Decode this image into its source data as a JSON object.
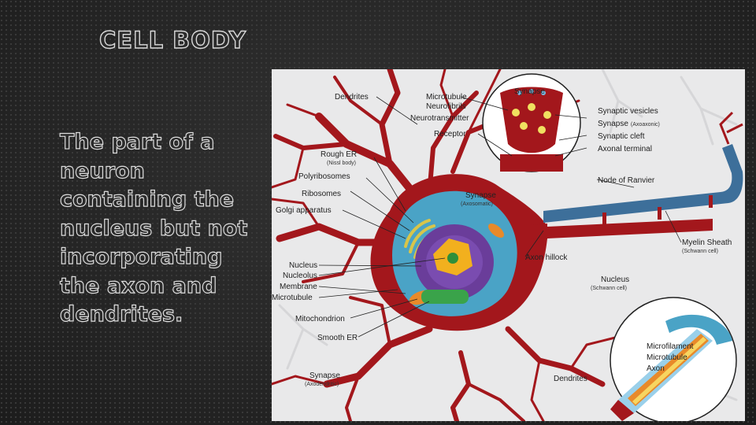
{
  "slide": {
    "title": "CELL BODY",
    "body_lines": [
      "The part of a",
      "neuron",
      "containing the",
      "nucleus but not",
      "incorporating",
      "the axon and",
      "dendrites."
    ]
  },
  "diagram": {
    "labels": {
      "dendrites_top": "Dendrites",
      "microtubule_top": "Microtubule",
      "neurofibrils": "Neurofibrils",
      "neurotransmitter": "Neurotransmitter",
      "receptor": "Receptor",
      "synapse_top": "Synapse",
      "synaptic_vesicles": "Synaptic vesicles",
      "synapse_axoaxonic": "Synapse",
      "synapse_axoaxonic_sub": "(Axoaxonic)",
      "synaptic_cleft": "Synaptic cleft",
      "axonal_terminal": "Axonal terminal",
      "rough_er": "Rough ER",
      "rough_er_sub": "(Nissl body)",
      "polyribosomes": "Polyribosomes",
      "ribosomes": "Ribosomes",
      "golgi": "Golgi apparatus",
      "synapse_axosomatic": "Synapse",
      "synapse_axosomatic_sub": "(Axosomatic)",
      "node_of_ranvier": "Node of Ranvier",
      "myelin_sheath": "Myelin Sheath",
      "myelin_sheath_sub": "(Schwann cell)",
      "axon_hillock": "Axon hillock",
      "nucleus": "Nucleus",
      "nucleolus": "Nucleolus",
      "membrane": "Membrane",
      "microtubule": "Microtubule",
      "mitochondrion": "Mitochondrion",
      "smooth_er": "Smooth ER",
      "synapse_axodendritic": "Synapse",
      "synapse_axodendritic_sub": "(Axodendritic)",
      "dendrites_bottom": "Dendrites",
      "nucleus_schwann": "Nucleus",
      "nucleus_schwann_sub": "(Schwann cell)",
      "microfilament": "Microfilament",
      "microtubule_inset": "Microtubule",
      "axon": "Axon"
    },
    "colors": {
      "membrane_red": "#a3171c",
      "cytoplasm": "#4aa3c6",
      "nucleus": "#6a3d9a",
      "nucleolus": "#f2b01e",
      "golgi": "#d8c54a",
      "myelin": "#3d6f9a",
      "background": "#e9e9ea"
    }
  }
}
